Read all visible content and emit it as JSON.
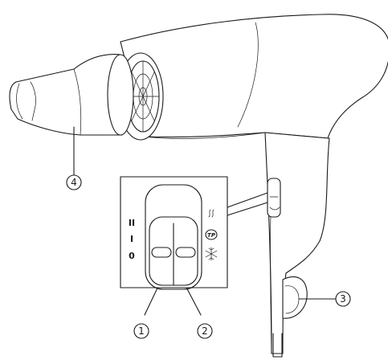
{
  "callouts": {
    "c1": "1",
    "c2": "2",
    "c3": "3",
    "c4": "4"
  },
  "speed_marks": {
    "high": "II",
    "low": "I",
    "off": "0"
  },
  "temperature_marks": {
    "heat_icon": "heat-wave-icon",
    "tp_label": "TP",
    "cool_icon": "snowflake-icon"
  },
  "colors": {
    "line": "#1a1a1a",
    "background": "#ffffff"
  }
}
